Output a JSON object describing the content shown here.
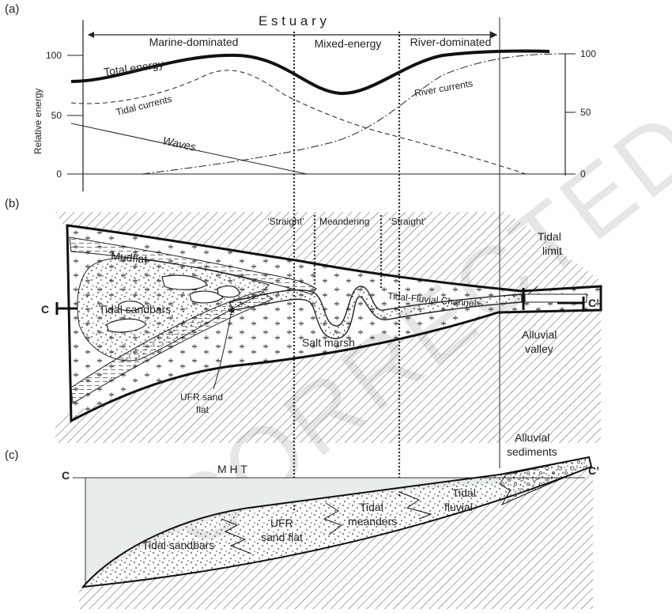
{
  "watermark": "CORRECTED PROOFS",
  "panel_a": {
    "label": "(a)",
    "title": "E s t u a r y",
    "zones": [
      "Marine-dominated",
      "Mixed-energy",
      "River-dominated"
    ],
    "y_axis_label": "Relative energy",
    "left_ticks": [
      "100",
      "50",
      "0"
    ],
    "right_ticks": [
      "100",
      "50",
      "0"
    ],
    "curves": {
      "total": "Total energy",
      "tidal": "Tidal currents",
      "waves": "Waves",
      "river": "River currents"
    }
  },
  "panel_b": {
    "label": "(b)",
    "channel_types": [
      "‘Straight’",
      "Meandering",
      "‘Straight’"
    ],
    "tidal_limit": [
      "Tidal",
      "limit"
    ],
    "mudflat": "Mudflat",
    "tidal_sandbars": "Tidal sandbars",
    "channel": "Tidal-Fluvial Channel",
    "salt_marsh": "Salt marsh",
    "alluvial_valley": [
      "Alluvial",
      "valley"
    ],
    "ufr": [
      "UFR sand",
      "flat"
    ],
    "section_start": "C",
    "section_end": "C’"
  },
  "panel_c": {
    "label": "(c)",
    "section_start": "C",
    "section_end": "C’",
    "mht": "M H T",
    "alluvial_sediments": [
      "Alluvial",
      "sediments"
    ],
    "units": {
      "sandbars": "Tidal sandbars",
      "ufr": [
        "UFR",
        "sand flat"
      ],
      "meanders": [
        "Tidal",
        "meanders"
      ],
      "fluvial": [
        "Tidal",
        "fluvial"
      ]
    }
  }
}
